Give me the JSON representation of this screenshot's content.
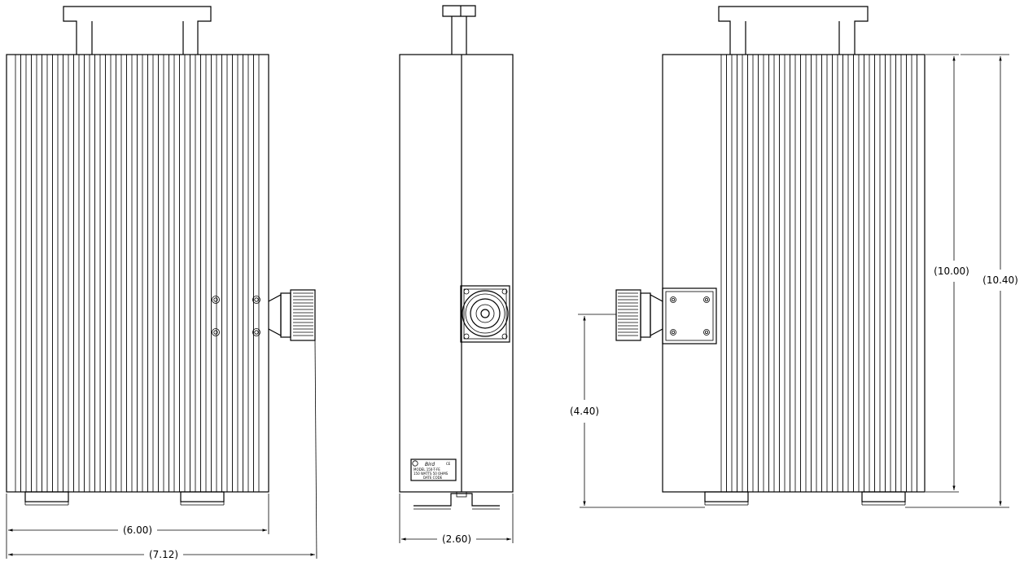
{
  "dimensions": {
    "front_inner_width": "(6.00)",
    "front_overall_width": "(7.12)",
    "side_width": "(2.60)",
    "rear_connector_height": "(4.40)",
    "rear_body_height": "(10.00)",
    "rear_overall_height": "(10.40)"
  },
  "nameplate": {
    "brand": "Bird",
    "mark": "CE",
    "line1": "MODEL 150-T-FE",
    "line2": "150 WATTS 50 OHMS",
    "line3": "DATE CODE"
  }
}
